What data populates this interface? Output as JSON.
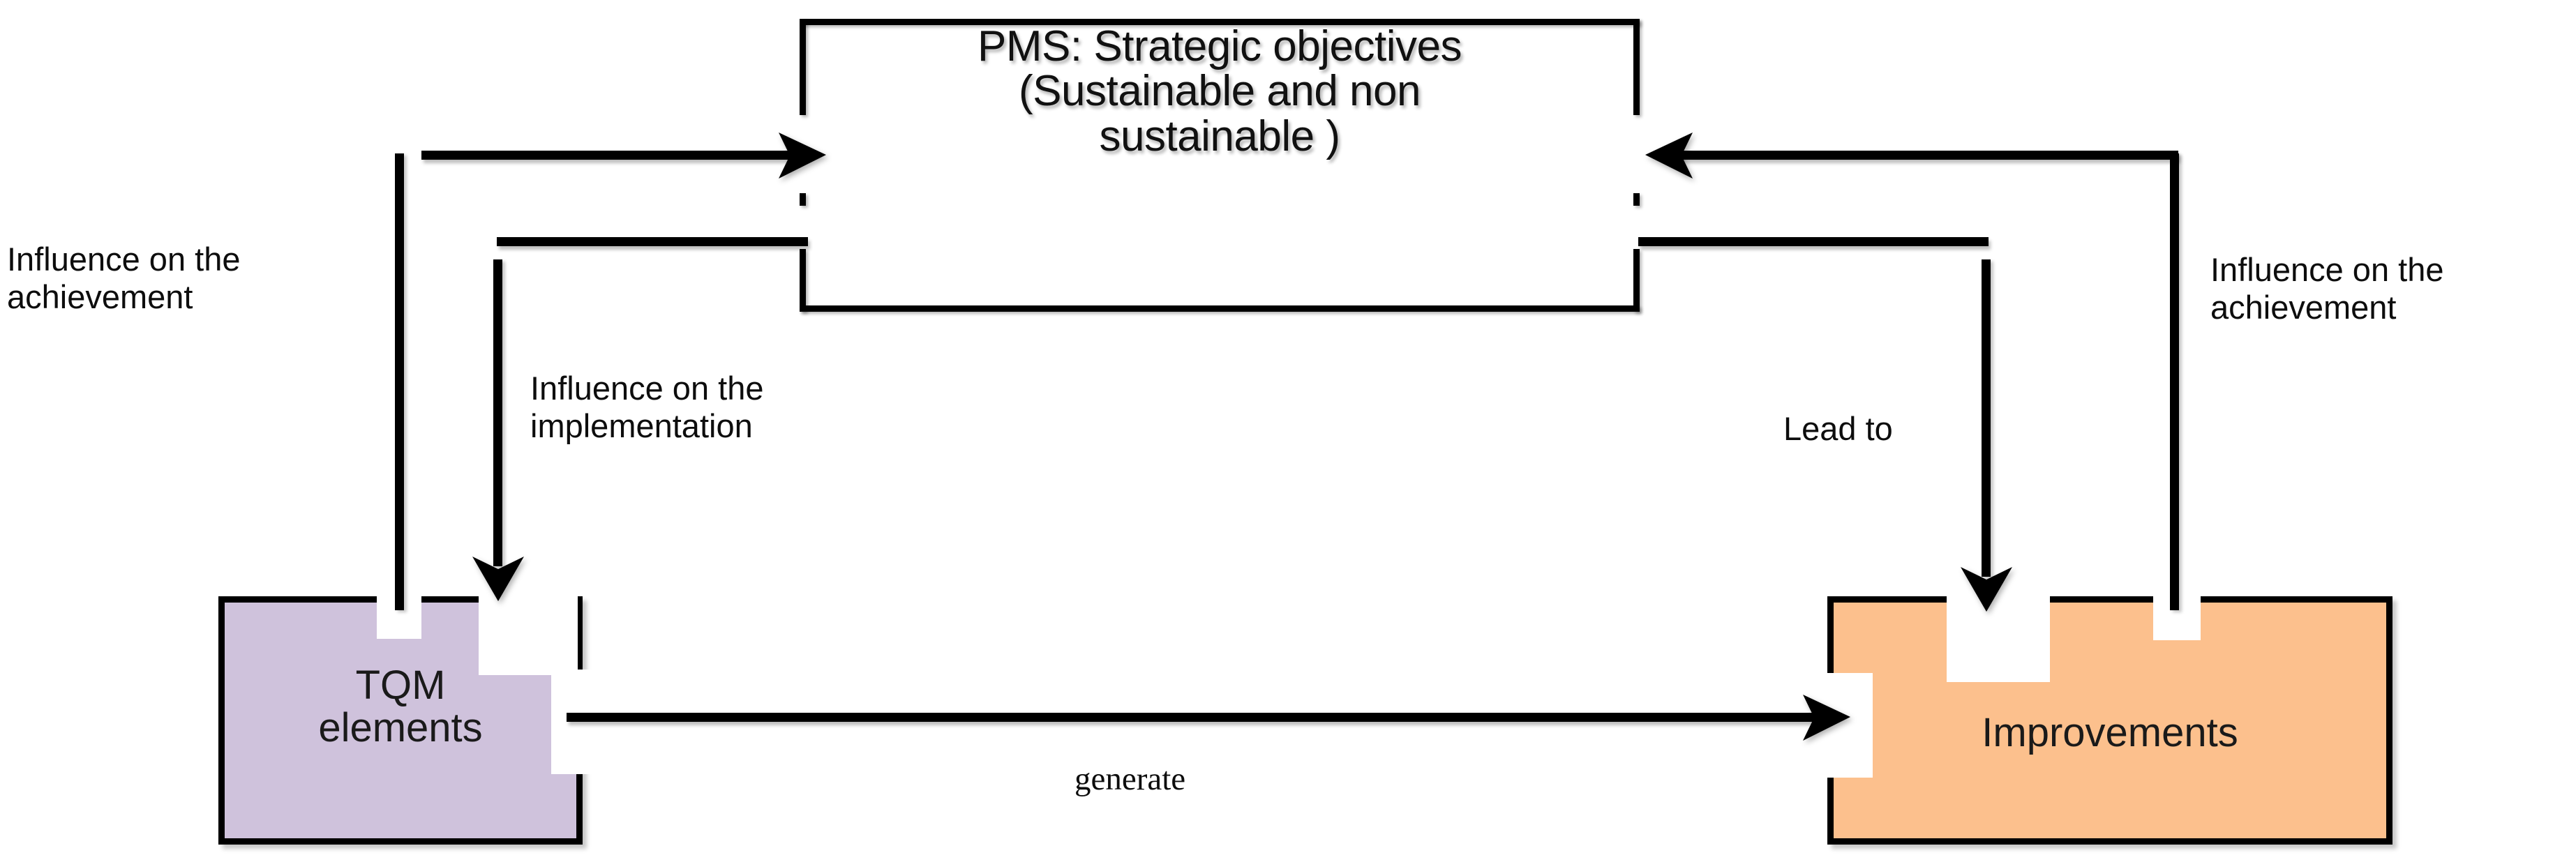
{
  "diagram": {
    "title_node": {
      "id": "pms",
      "text": "PMS: Strategic objectives\n(Sustainable and non\nsustainable )"
    },
    "nodes": [
      {
        "id": "tqm",
        "label": "TQM\nelements",
        "fill": "#CFC2DC",
        "border": "#000000"
      },
      {
        "id": "improvements",
        "label": "Improvements",
        "fill": "#FCC08D",
        "border": "#000000"
      }
    ],
    "edge_labels": {
      "left_achievement": "Influence on the\nachievement",
      "left_implementation": "Influence on the\nimplementation",
      "right_lead_to": "Lead to",
      "right_achievement": "Influence on the\nachievement",
      "bottom_generate": "generate"
    },
    "colors": {
      "tqm_fill": "#CFC2DC",
      "improvements_fill": "#FCC08D",
      "stroke": "#000000",
      "background": "#FFFFFF"
    }
  }
}
